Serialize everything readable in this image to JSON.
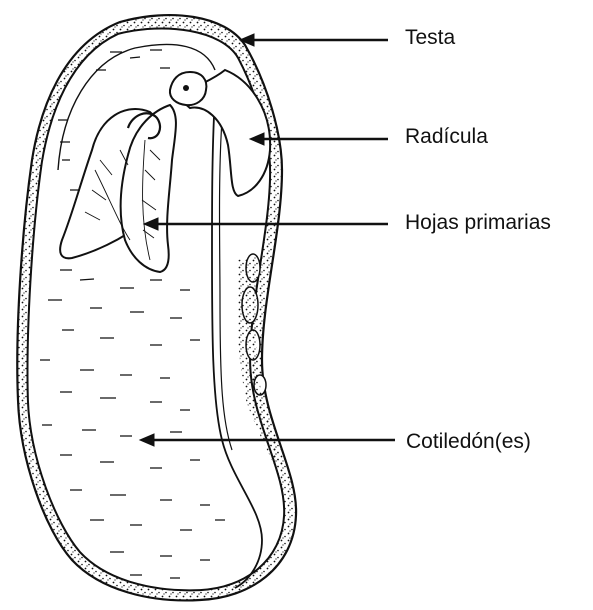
{
  "labels": {
    "testa": "Testa",
    "radicula": "Radícula",
    "hojas_primarias": "Hojas primarias",
    "cotiledones": "Cotiledón(es)"
  },
  "colors": {
    "ink": "#111111",
    "background": "#ffffff"
  }
}
